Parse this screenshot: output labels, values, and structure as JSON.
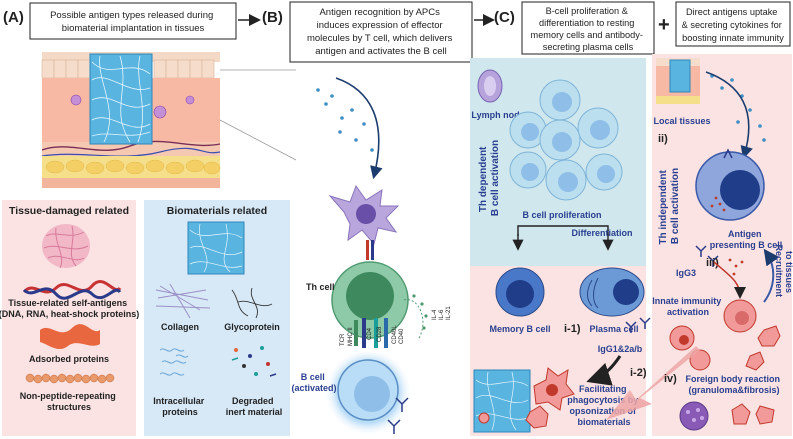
{
  "panels": {
    "a": {
      "letter": "(A)",
      "box": [
        "Possible antigen types released during",
        "biomaterial implantation in tissues"
      ]
    },
    "b": {
      "letter": "(B)",
      "box": [
        "Antigen recognition by APCs",
        "induces expression of effector",
        "molecules by T cell, which delivers",
        "antigen and activates the B cell"
      ]
    },
    "c": {
      "letter": "(C)",
      "box": [
        "B-cell proliferation &",
        "differentiation to resting",
        "memory cells and antibody-",
        "secreting plasma cells"
      ]
    },
    "d": {
      "plus": "+",
      "box": [
        "Direct antigens uptake",
        "& secreting cytokines for",
        "boosting innate immunity"
      ]
    }
  },
  "left": {
    "tissue_title": "Tissue-damaged related",
    "self_antigens": [
      "Tissue-related self-antigens",
      "(DNA, RNA, heat-shock proteins)"
    ],
    "adsorbed": "Adsorbed proteins",
    "nonpeptide": [
      "Non-peptide-repeating",
      "structures"
    ],
    "bio_title": "Biomaterials related",
    "collagen": "Collagen",
    "glycoprotein": "Glycoprotein",
    "intracellular": [
      "Intracellular",
      "proteins"
    ],
    "degraded": [
      "Degraded",
      "inert material"
    ]
  },
  "middle": {
    "th_cell": "Th cell",
    "tcr": "TCR",
    "mhc": "MHC II",
    "cd4": "CD4",
    "cd28": "CD28",
    "cd40l": "CD40L",
    "cd40": "CD40",
    "il": [
      "IL-4",
      "IL-6",
      "IL-21"
    ],
    "bcell": [
      "B cell",
      "(activated)"
    ]
  },
  "th_dependent": {
    "vertical": [
      "Th dependent",
      "B cell activation"
    ],
    "lymph": "Lymph node",
    "prolif": "B cell proliferation",
    "diff": "Differentiation",
    "memory": "Memory B cell",
    "plasma": "Plasma cell",
    "i1": "i-1)",
    "igg": "IgG1&2a/b",
    "i2": "i-2)",
    "facilitating": [
      "Facilitating",
      "phagocytosis by",
      "opsonization of",
      "biomaterials"
    ]
  },
  "th_independent": {
    "local": "Local tissues",
    "ii": "ii)",
    "vertical": [
      "Th independent",
      "B cell activation"
    ],
    "apc": [
      "Antigen",
      "presenting B cell"
    ],
    "igg3": "IgG3",
    "iii": "iii)",
    "recruit": [
      "Recruitment",
      "to tissues"
    ],
    "innate": [
      "Innate immunity",
      "activation"
    ],
    "iv": "iv)",
    "fbr": [
      "Foreign body reaction",
      "(granuloma&fibrosis)"
    ]
  }
}
